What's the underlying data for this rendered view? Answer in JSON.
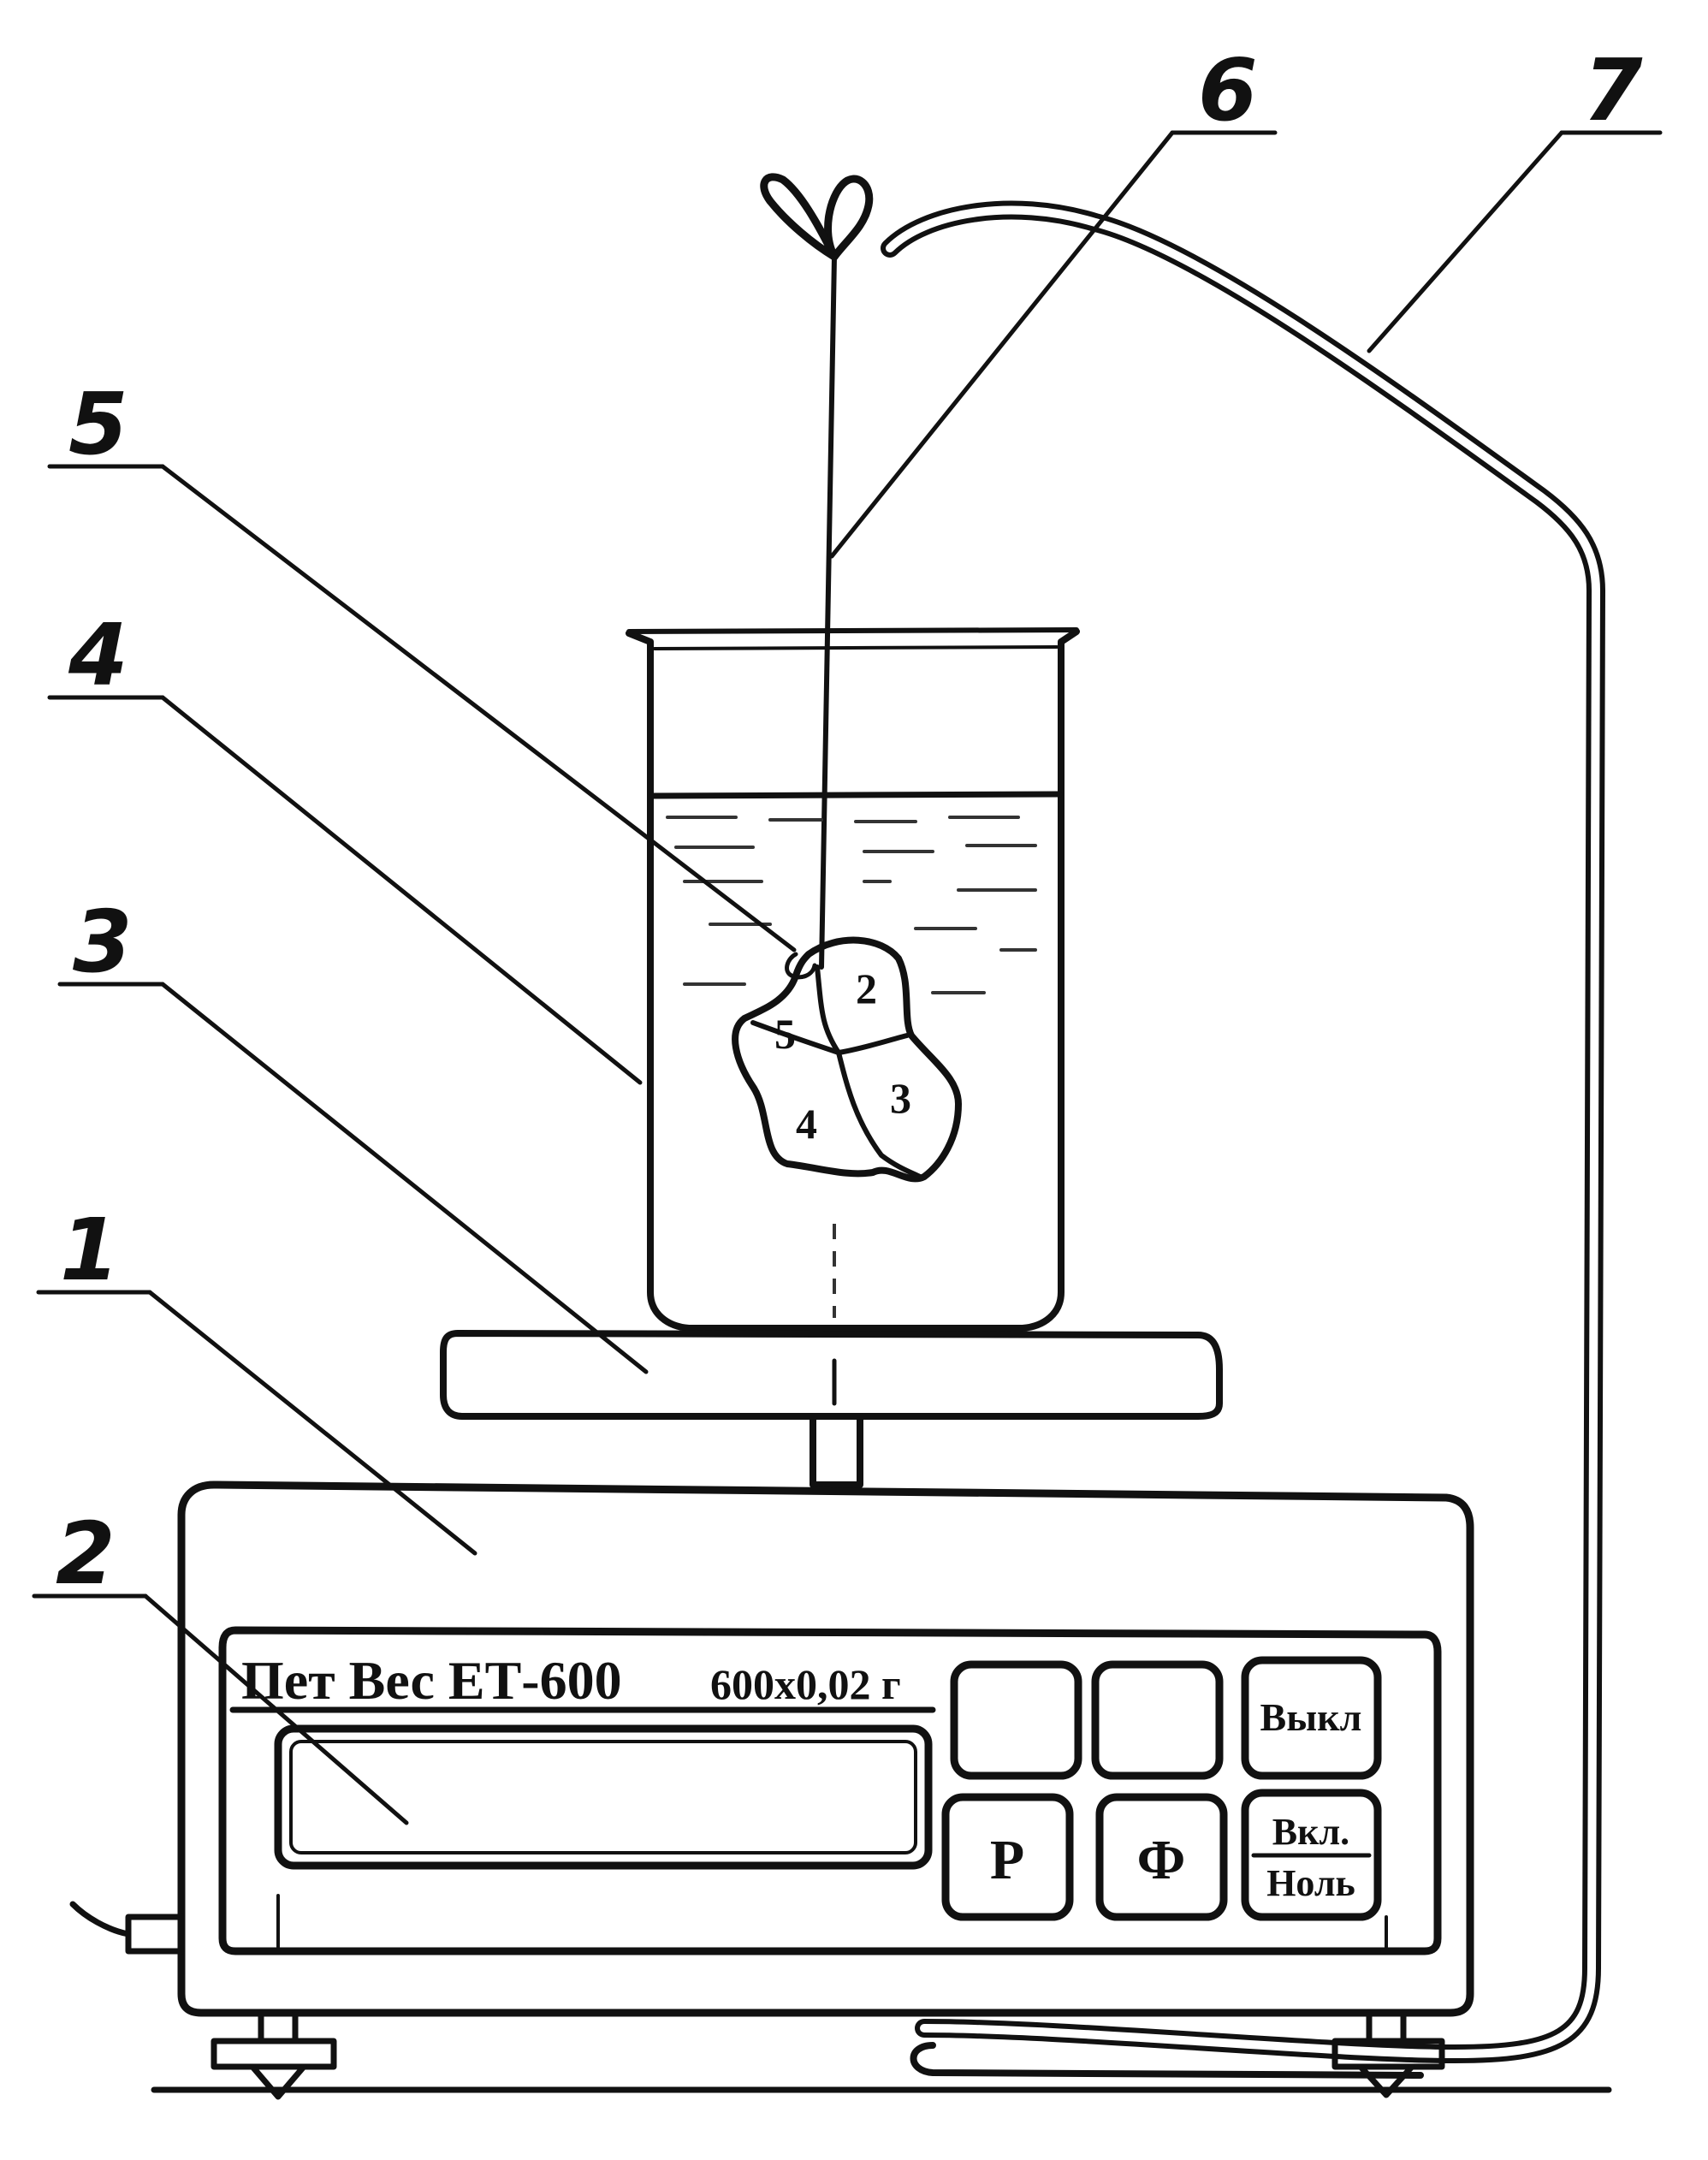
{
  "labels": {
    "n1": "1",
    "n2": "2",
    "n3": "3",
    "n4": "4",
    "n5": "5",
    "n6": "6",
    "n7": "7"
  },
  "scale": {
    "brand": "Пет Вес ЕТ-600",
    "spec": "600х0,02 г",
    "buttons": {
      "off": "Выкл",
      "p": "Р",
      "f": "Ф",
      "on": "Вкл.",
      "zero": "Ноль"
    }
  },
  "sample_marks": [
    "2",
    "3",
    "4",
    "5"
  ]
}
